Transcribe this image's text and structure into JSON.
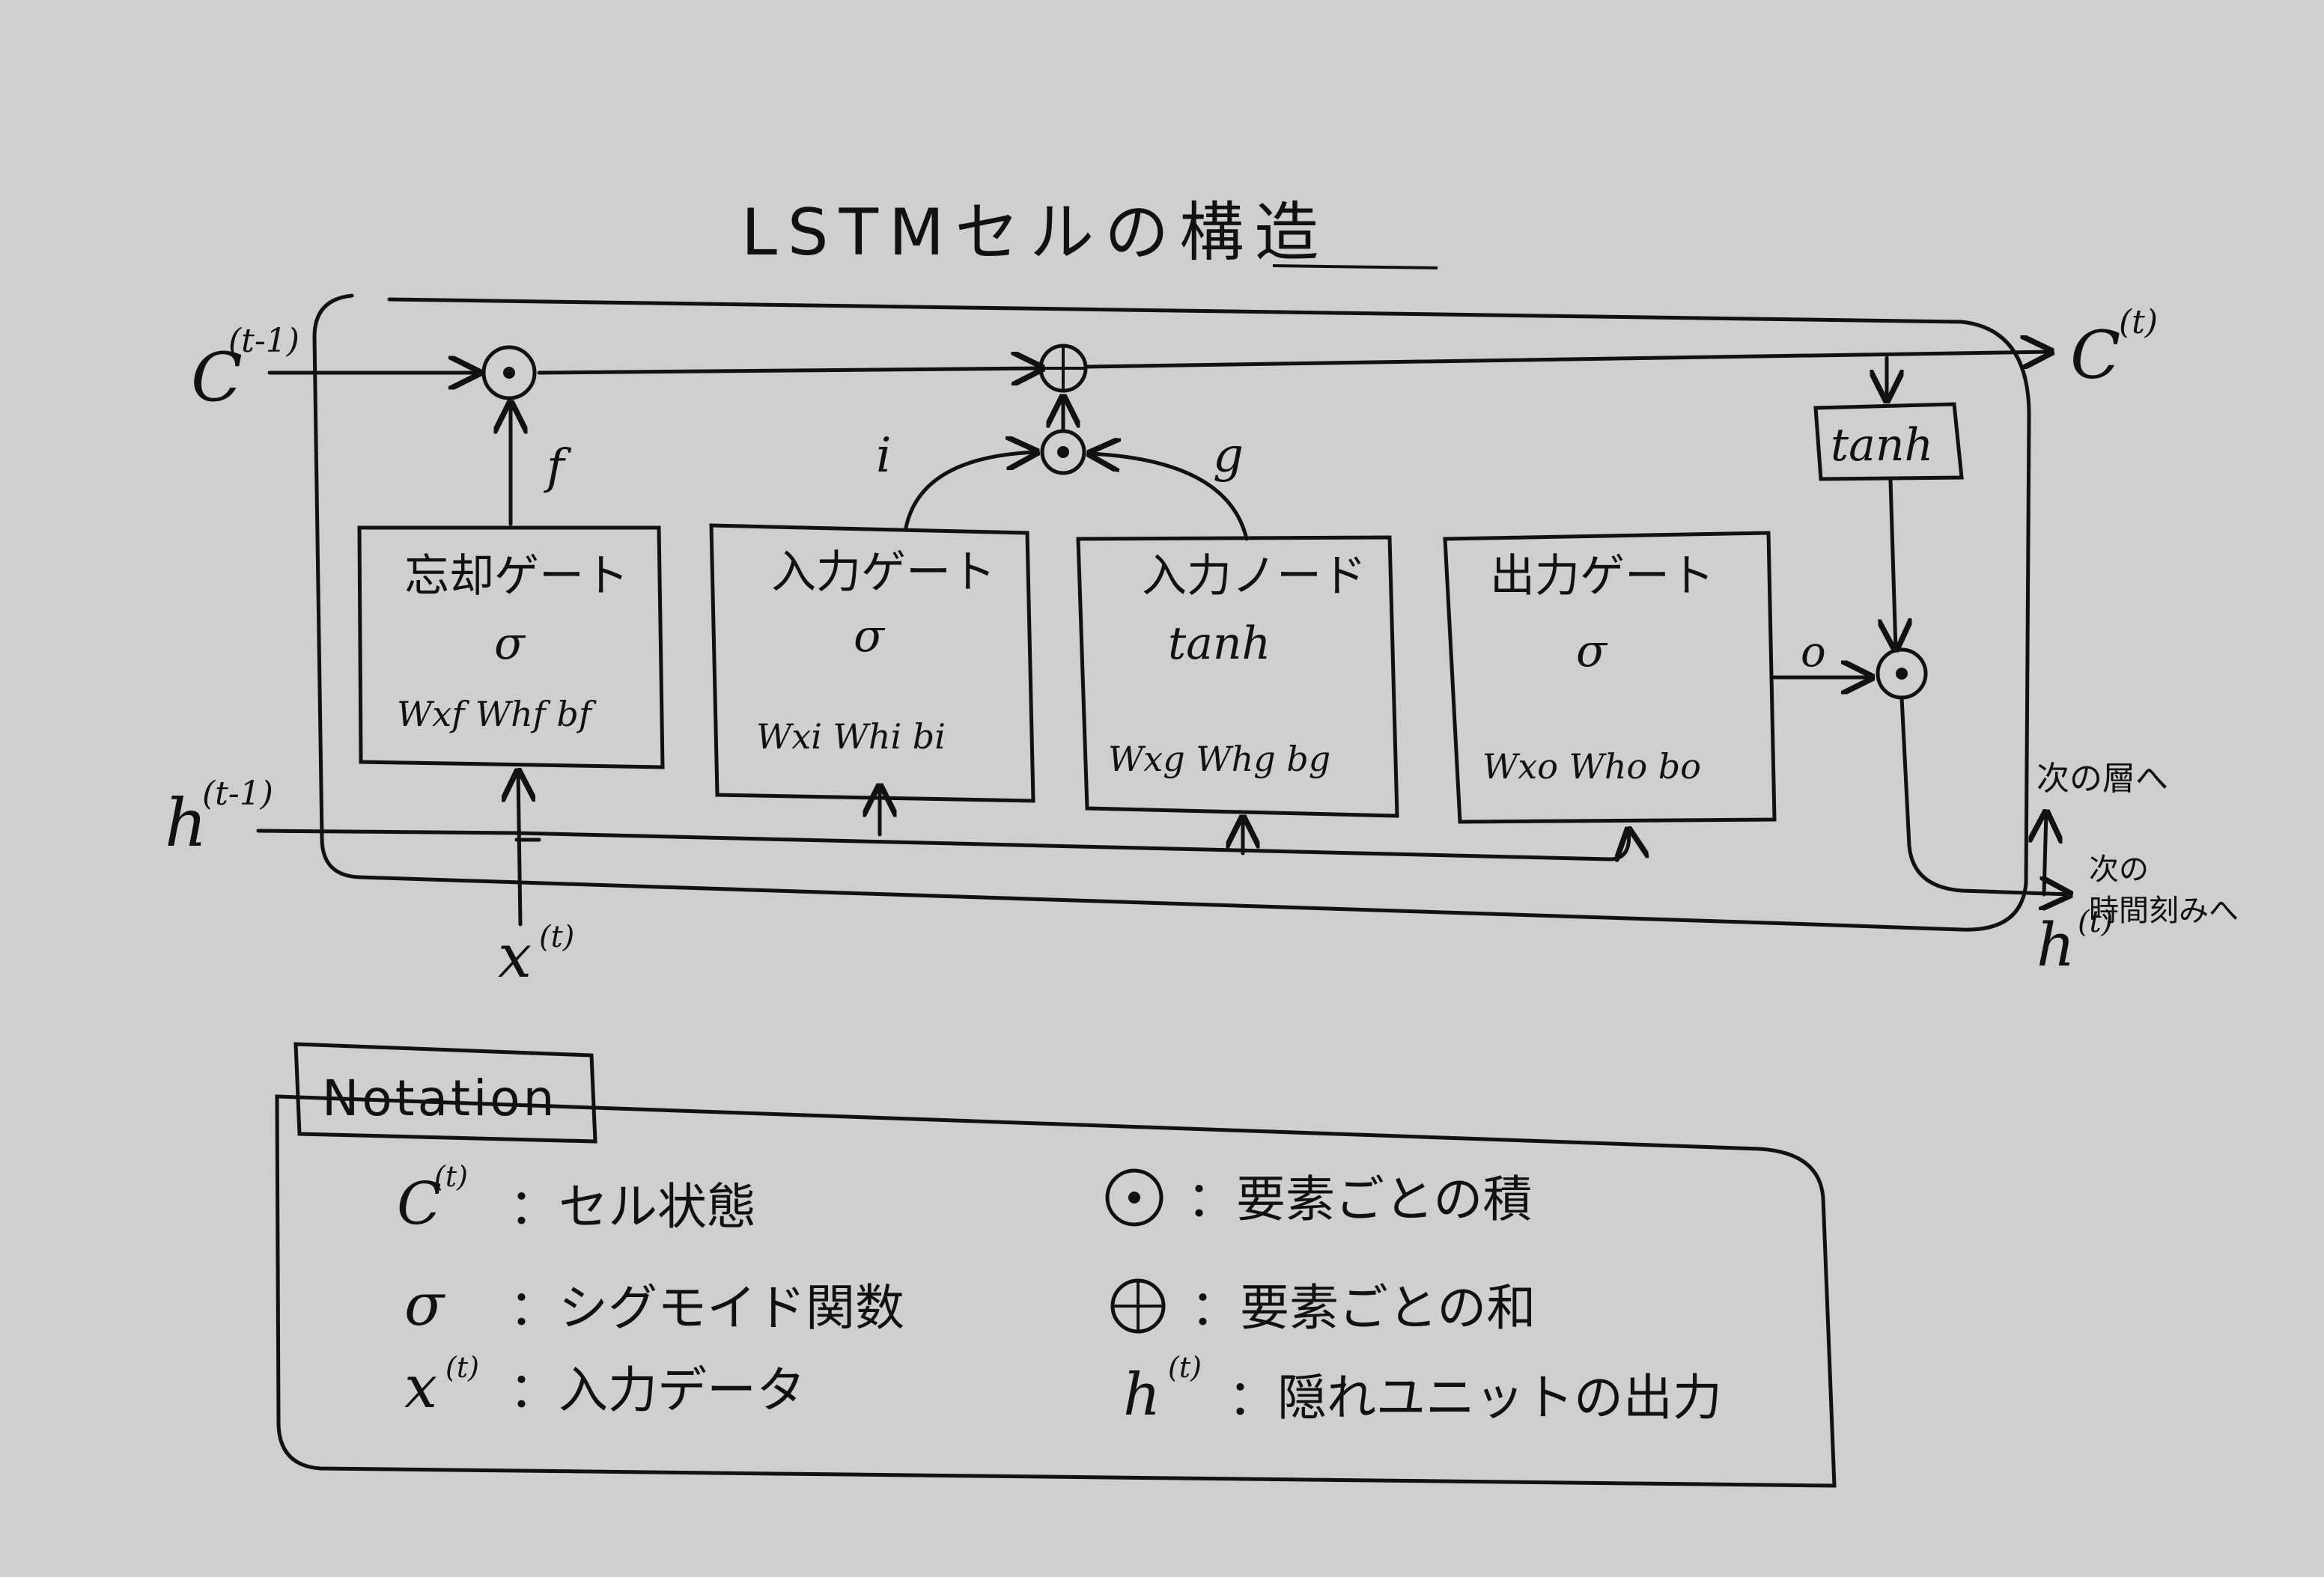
{
  "title": "LSTMセルの構造",
  "inputs": {
    "c_prev": "C",
    "c_prev_sup": "(t-1)",
    "h_prev": "h",
    "h_prev_sup": "(t-1)",
    "x": "x",
    "x_sup": "(t)"
  },
  "outputs": {
    "c_next": "C",
    "c_next_sup": "(t)",
    "h_next": "h",
    "h_next_sup": "(t)",
    "to_next_layer": "次の層へ",
    "to_next_time_line1": "次の",
    "to_next_time_line2": "時間刻みへ"
  },
  "gates": {
    "forget": {
      "name": "忘却ゲート",
      "act": "σ",
      "params": "Wxf Whf bf",
      "signal": "f"
    },
    "input": {
      "name": "入力ゲート",
      "act": "σ",
      "params": "Wxi Whi bi",
      "signal": "i"
    },
    "node": {
      "name": "入力ノード",
      "act": "tanh",
      "params": "Wxg Whg bg",
      "signal": "g"
    },
    "output": {
      "name": "出力ゲート",
      "act": "σ",
      "params": "Wxo Who bo",
      "signal": "o"
    },
    "cell_tanh": "tanh"
  },
  "operators": {
    "product": "⊙",
    "sum": "⊕"
  },
  "notation": {
    "title": "Notation",
    "left": [
      {
        "sym": "C",
        "sup": "(t)",
        "desc": "：セル状態"
      },
      {
        "sym": "σ",
        "sup": "",
        "desc": "：シグモイド関数"
      },
      {
        "sym": "x",
        "sup": "(t)",
        "desc": "：入力データ"
      }
    ],
    "right": [
      {
        "sym": "⊙",
        "sup": "",
        "desc": "：要素ごとの積"
      },
      {
        "sym": "⊕",
        "sup": "",
        "desc": "：要素ごとの和"
      },
      {
        "sym": "h",
        "sup": "(t)",
        "desc": "：隠れユニットの出力"
      }
    ]
  }
}
